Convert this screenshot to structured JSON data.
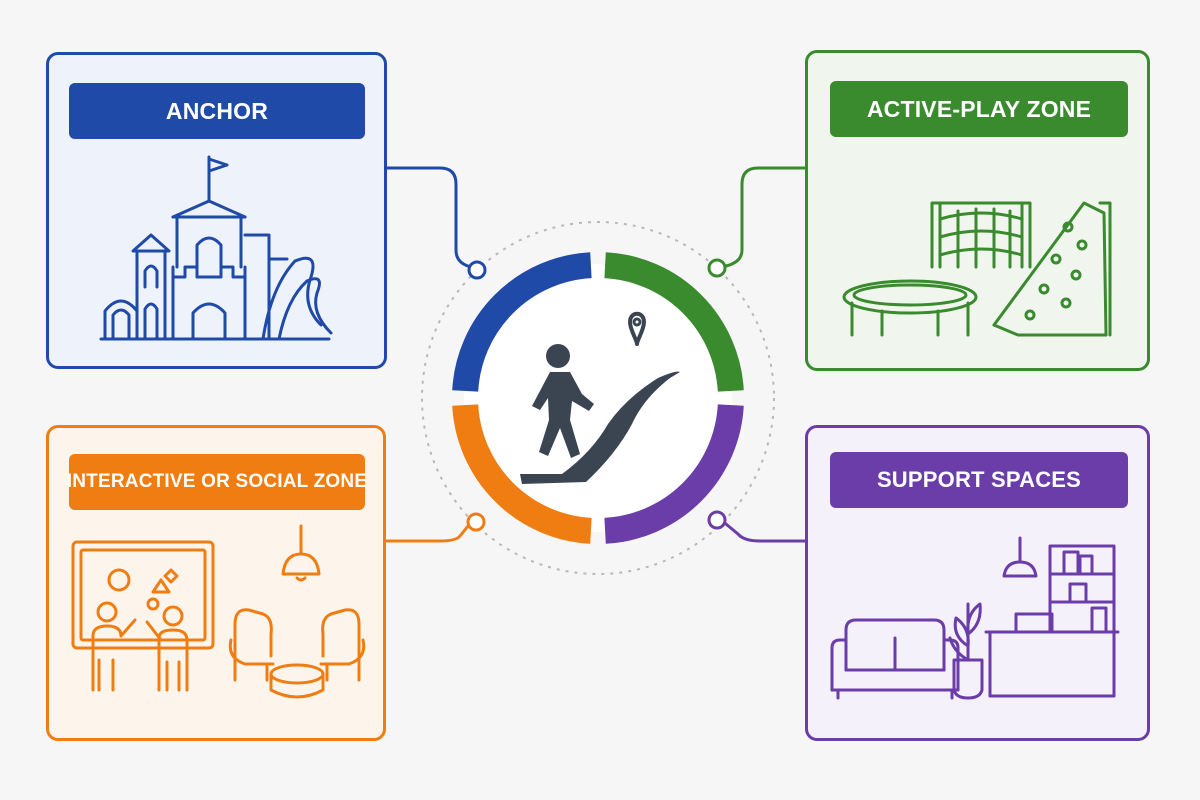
{
  "colors": {
    "background": "#f6f6f7",
    "anchor": "#1f4aa8",
    "active_play": "#3a8a2e",
    "social": "#ef7d12",
    "support": "#6a3da8",
    "center_icon": "#3b4552",
    "dotted_ring": "#b8b8b8"
  },
  "zones": {
    "anchor": {
      "label": "ANCHOR",
      "icon": "castle-playground-icon",
      "card_bg": "#eef2fa"
    },
    "active_play": {
      "label": "ACTIVE-PLAY ZONE",
      "icon": "trampoline-climbing-icon",
      "card_bg": "#f0f6ee"
    },
    "social": {
      "label": "INTERACTIVE OR SOCIAL ZONE",
      "icon": "social-activity-icon",
      "card_bg": "#fdf5ec"
    },
    "support": {
      "label": "SUPPORT SPACES",
      "icon": "lounge-furniture-icon",
      "card_bg": "#f5f1fa"
    }
  },
  "hub": {
    "icon": "person-walking-path-icon",
    "pin_icon": "location-pin-icon"
  }
}
